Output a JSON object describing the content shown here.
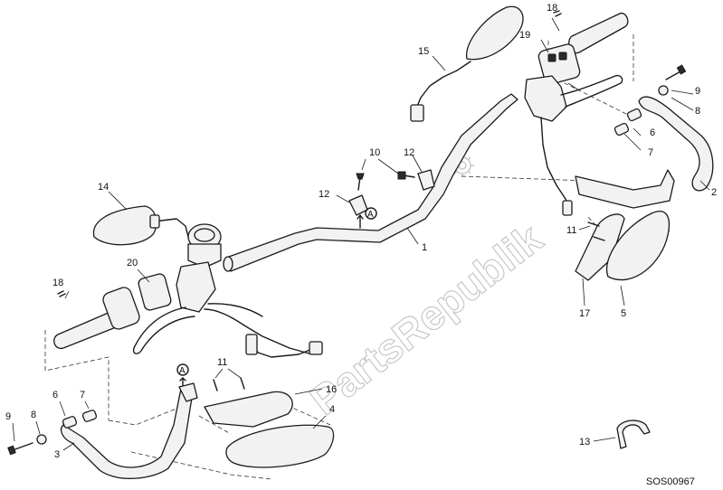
{
  "diagram": {
    "watermark": "PartsRepublik",
    "drawing_code": "SOS00967",
    "reference_mark": "A",
    "callouts": {
      "c1": "1",
      "c2": "2",
      "c3": "3",
      "c4": "4",
      "c5": "5",
      "c6": "6",
      "c6b": "6",
      "c7": "7",
      "c7b": "7",
      "c8": "8",
      "c8b": "8",
      "c9": "9",
      "c9b": "9",
      "c10": "10",
      "c11a": "11",
      "c11b": "11",
      "c12a": "12",
      "c12b": "12",
      "c13": "13",
      "c14": "14",
      "c15": "15",
      "c16": "16",
      "c17": "17",
      "c18a": "18",
      "c18b": "18",
      "c19": "19",
      "c20": "20"
    }
  }
}
